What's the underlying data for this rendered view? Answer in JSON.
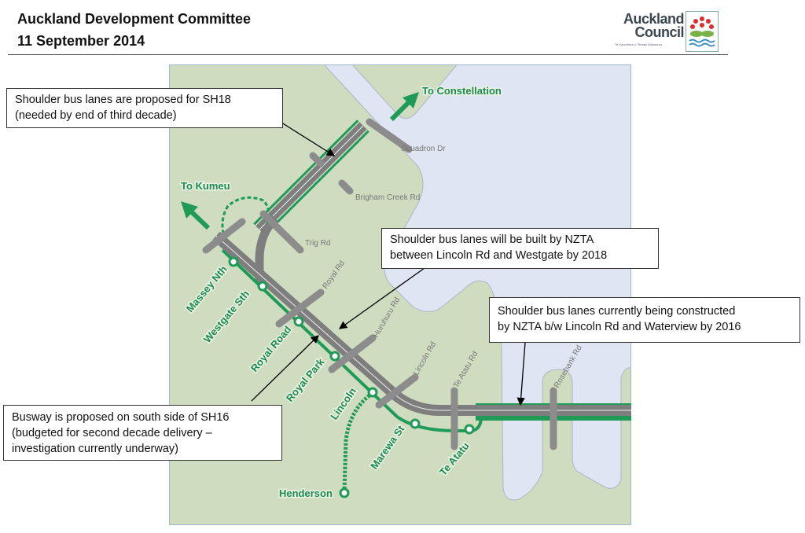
{
  "header": {
    "title": "Auckland Development Committee",
    "date": "11 September 2014"
  },
  "logo": {
    "line1": "Auckland",
    "line2": "Council",
    "tagline": "Te Kaunihera o Tāmaki Makaurau"
  },
  "map": {
    "colors": {
      "land": "#cfdcc0",
      "water": "#dfe5f2",
      "busway": "#1f9a57",
      "road": "#8a8a8a"
    },
    "destinations": [
      "To Constellation",
      "To Kumeu"
    ],
    "roads": [
      "Squadron Dr",
      "Brigham Creek Rd",
      "Trig Rd",
      "Royal Rd",
      "Huruhuru Rd",
      "Lincoln Rd",
      "Te Atatu Rd",
      "Rosebank Rd"
    ],
    "stations": [
      "Massey Nth",
      "Westgate Sth",
      "Royal Road",
      "Royal Park",
      "Lincoln",
      "Marewa St",
      "Te Atatu",
      "Henderson"
    ]
  },
  "callouts": [
    {
      "lines": [
        "Shoulder bus lanes are proposed for SH18",
        "(needed by end of third decade)"
      ]
    },
    {
      "lines": [
        "Shoulder bus lanes will be built by NZTA",
        "between Lincoln Rd and Westgate by 2018"
      ]
    },
    {
      "lines": [
        "Shoulder bus lanes currently being constructed",
        "by NZTA b/w Lincoln Rd and Waterview by 2016"
      ]
    },
    {
      "lines": [
        "Busway is proposed on south side of SH16",
        "(budgeted for second decade delivery –",
        "investigation currently underway)"
      ]
    }
  ]
}
